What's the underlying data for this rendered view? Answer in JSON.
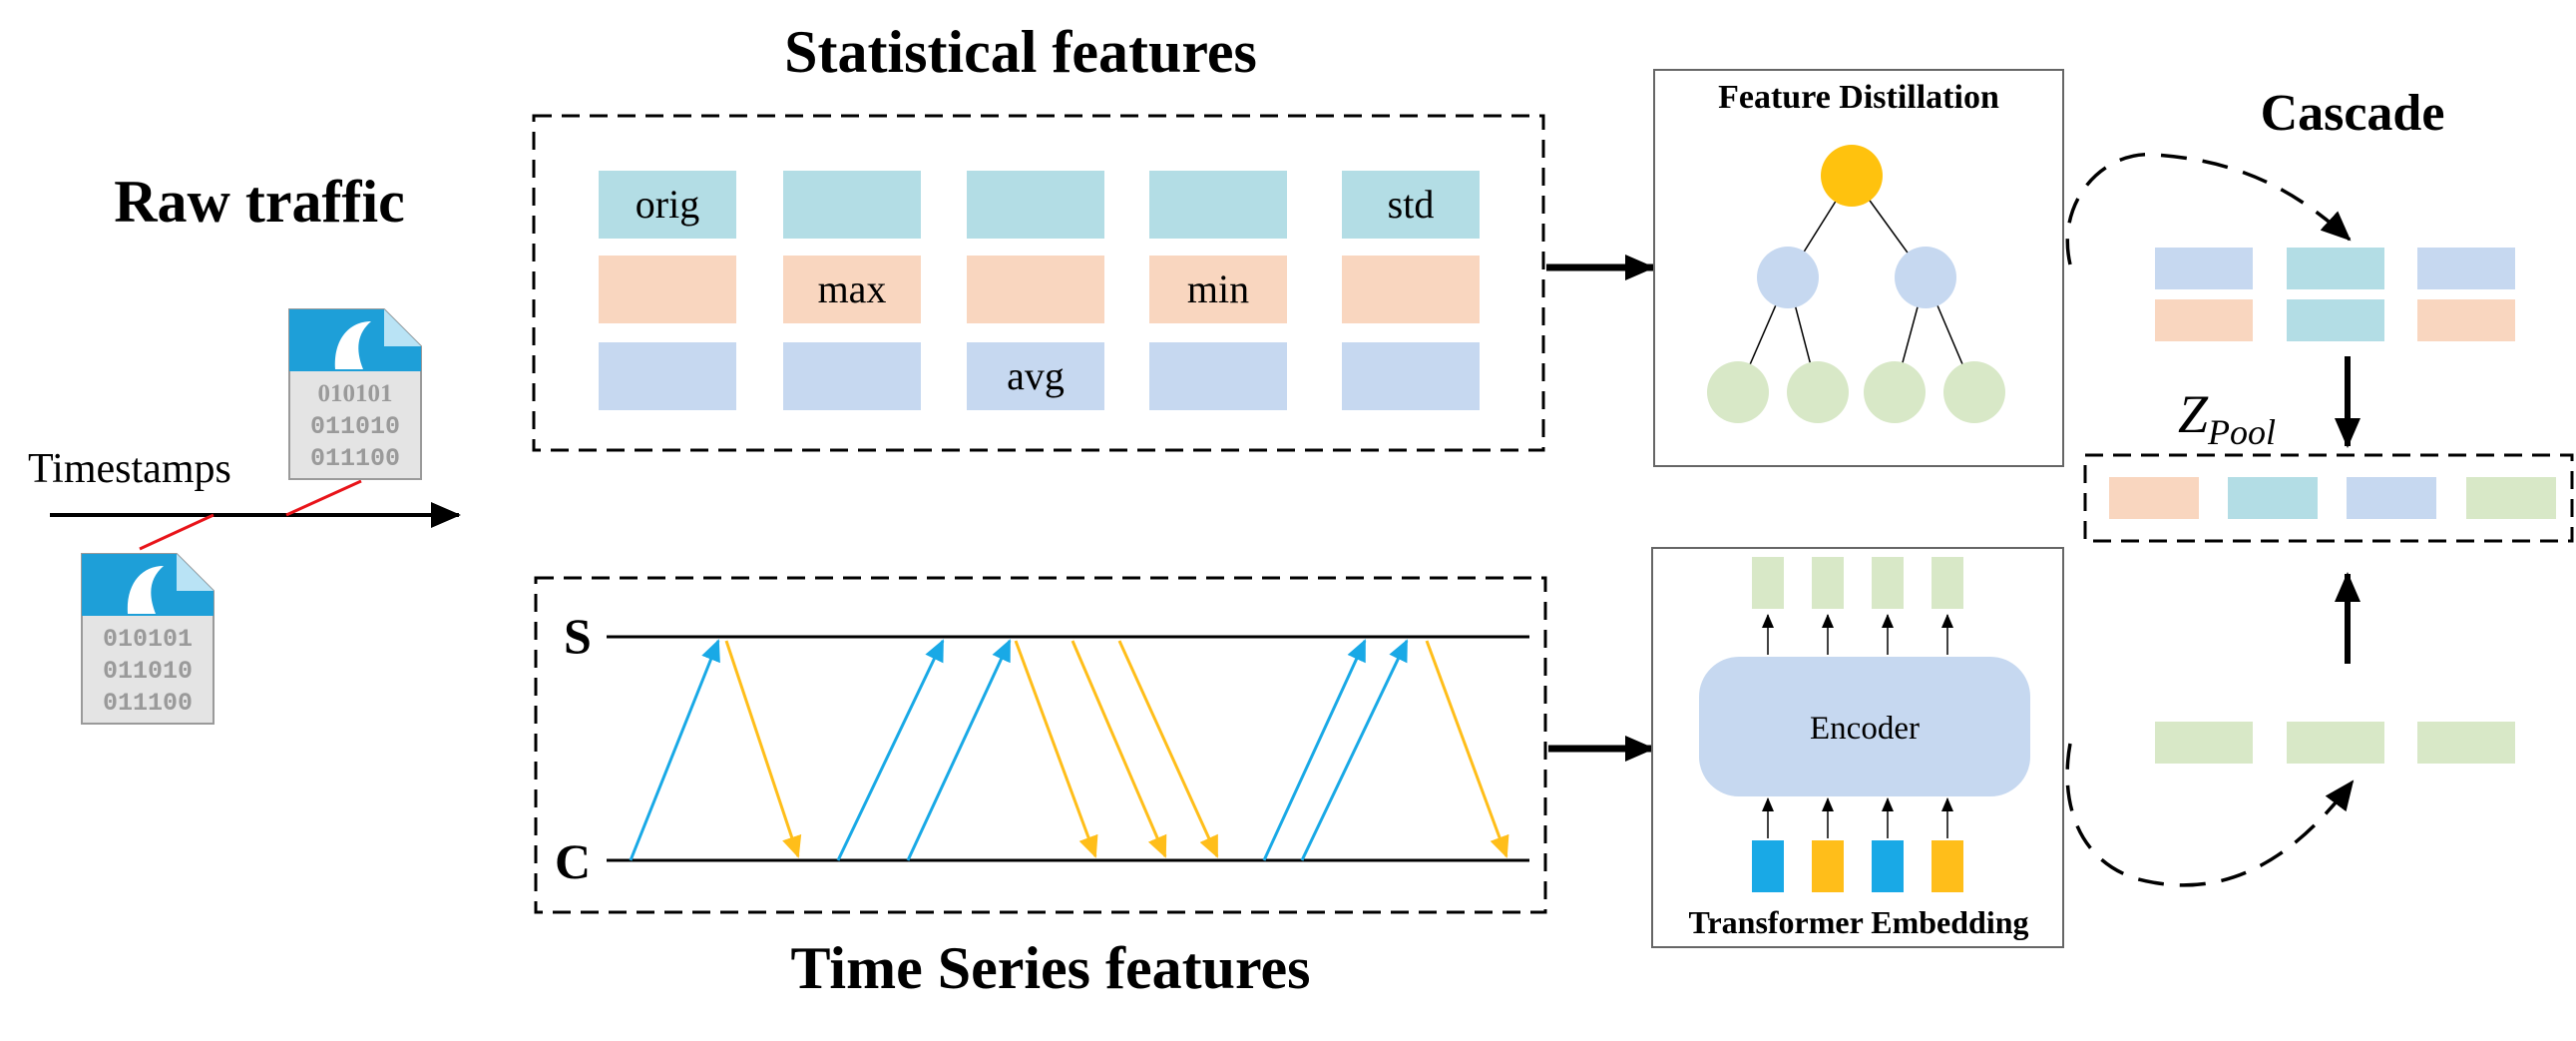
{
  "titles": {
    "raw_traffic": "Raw traffic",
    "statistical": "Statistical features",
    "time_series": "Time Series features",
    "cascade": "Cascade"
  },
  "timeline": {
    "label": "Timestamps"
  },
  "file_icons": [
    {
      "lines": [
        "010101",
        "011010",
        "011100"
      ]
    },
    {
      "lines": [
        "010101",
        "011010",
        "011100"
      ]
    }
  ],
  "stat_grid": {
    "rows": [
      {
        "color": "#b3dde5",
        "labels": [
          "orig",
          "",
          "",
          "",
          "std"
        ]
      },
      {
        "color": "#f9d6bf",
        "labels": [
          "",
          "max",
          "",
          "min",
          ""
        ]
      },
      {
        "color": "#c6d8f0",
        "labels": [
          "",
          "",
          "avg",
          "",
          ""
        ]
      }
    ]
  },
  "sequence": {
    "server_label": "S",
    "client_label": "C",
    "colors": {
      "up": "#19a9e6",
      "down": "#ffbe1a"
    }
  },
  "feature_distillation": {
    "title": "Feature Distillation",
    "colors": {
      "root": "#ffc20e",
      "mid": "#c6d8f0",
      "leaf": "#d8e8c7"
    }
  },
  "transformer": {
    "encoder_label": "Encoder",
    "caption": "Transformer Embedding",
    "colors": {
      "encoder": "#c6d8f0",
      "output": "#d8e8c7",
      "token_a": "#19a9e6",
      "token_b": "#ffbe1a"
    }
  },
  "cascade": {
    "pool_symbol": "Z",
    "pool_subscript": "Pool",
    "colors": {
      "blue": "#c6d8f0",
      "teal": "#b3dde5",
      "orange": "#f9d6bf",
      "green": "#d8e8c7"
    }
  }
}
